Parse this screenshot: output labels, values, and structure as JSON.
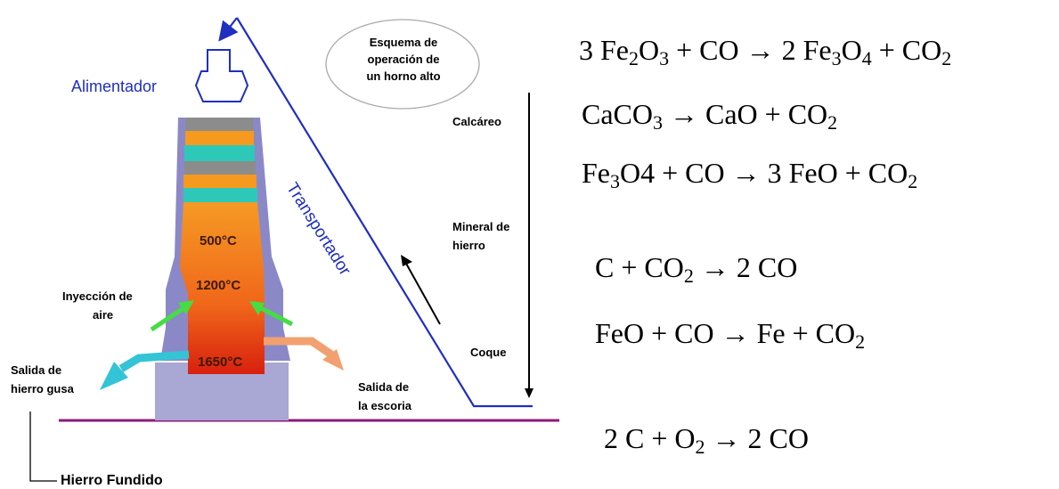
{
  "labels": {
    "feeder": "Alimentador",
    "conveyor": "Transportador",
    "scheme_line1": "Esquema de",
    "scheme_line2": "operación de",
    "scheme_line3": "un horno alto",
    "limestone": "Calcáreo",
    "ore_line1": "Mineral de",
    "ore_line2": "hierro",
    "coke": "Coque",
    "air_line1": "Inyección de",
    "air_line2": "aire",
    "pig_iron_line1": "Salida de",
    "pig_iron_line2": "hierro gusa",
    "slag_line1": "Salida de",
    "slag_line2": "la escoria",
    "molten_iron": "Hierro Fundido"
  },
  "temperatures": [
    "500°C",
    "1200°C",
    "1650°C"
  ],
  "equations": {
    "eq1": {
      "l1": "3 Fe",
      "s1": "2",
      "l2": "O",
      "s2": "3",
      "l3": " + CO → 2 Fe",
      "s3": "3",
      "l4": "O",
      "s4": "4",
      "l5": " + CO",
      "s5": "2"
    },
    "eq2": {
      "l1": "CaCO",
      "s1": "3",
      "l2": " → CaO + CO",
      "s2": "2"
    },
    "eq3": {
      "l1": "Fe",
      "s1": "3",
      "l2": "O4 + CO → 3 FeO + CO",
      "s2": "2"
    },
    "eq4": {
      "l1": "C + CO",
      "s1": "2",
      "l2": " → 2 CO"
    },
    "eq5": {
      "l1": "FeO + CO → Fe + CO",
      "s1": "2"
    },
    "eq6": {
      "l1": "2 C + O",
      "s1": "2",
      "l2": " → 2 CO"
    }
  },
  "colors": {
    "furnace_shell": "#8b88c8",
    "furnace_base": "#a9a7d4",
    "layer_gray": "#8c8c8c",
    "layer_orange": "#f59a1e",
    "layer_teal": "#2ec8b8",
    "hot_top": "#f5901c",
    "hot_bottom": "#e02a10",
    "conveyor": "#1f2fbf",
    "ground": "#8b1a7a",
    "air_arrow": "#44dd44",
    "slag_arrow": "#f2a070",
    "iron_arrow": "#33c4d6"
  }
}
